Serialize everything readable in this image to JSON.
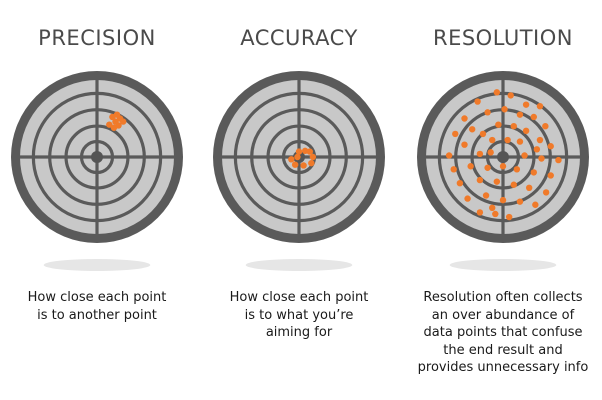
{
  "colors": {
    "ring": "#5a5a5a",
    "face": "#c8c8c8",
    "center": "#555555",
    "dot": "#f07a2a",
    "title": "#4a4a4a",
    "caption": "#1a1a1a",
    "shadow": "#e6e6e6"
  },
  "panels": [
    {
      "id": "precision",
      "title": "PRECISION",
      "caption_lines": [
        "How close each point",
        "is to another point"
      ],
      "dots": [
        [
          0.16,
          0.42
        ],
        [
          0.22,
          0.38
        ],
        [
          0.24,
          0.46
        ],
        [
          0.28,
          0.41
        ],
        [
          0.2,
          0.52
        ],
        [
          0.3,
          0.5
        ],
        [
          0.26,
          0.55
        ],
        [
          0.34,
          0.46
        ]
      ]
    },
    {
      "id": "accuracy",
      "title": "ACCURACY",
      "caption_lines": [
        "How close each point",
        "is to what you’re",
        "aiming for"
      ],
      "dots": [
        [
          0.0,
          0.07
        ],
        [
          0.08,
          0.08
        ],
        [
          0.14,
          0.07
        ],
        [
          0.18,
          0.0
        ],
        [
          -0.1,
          -0.03
        ],
        [
          -0.05,
          -0.1
        ],
        [
          0.06,
          -0.11
        ],
        [
          0.16,
          -0.08
        ],
        [
          -0.02,
          0.0
        ]
      ]
    },
    {
      "id": "resolution",
      "title": "RESOLUTION",
      "caption_lines": [
        "Resolution often collects",
        "an over abundance of",
        "data points that confuse",
        "the end result and",
        "provides unnecessary info"
      ],
      "dots": [
        [
          -0.33,
          0.72
        ],
        [
          -0.08,
          0.84
        ],
        [
          0.1,
          0.8
        ],
        [
          0.3,
          0.68
        ],
        [
          0.48,
          0.66
        ],
        [
          -0.5,
          0.5
        ],
        [
          -0.2,
          0.58
        ],
        [
          0.02,
          0.62
        ],
        [
          0.22,
          0.55
        ],
        [
          0.4,
          0.52
        ],
        [
          0.55,
          0.4
        ],
        [
          -0.62,
          0.3
        ],
        [
          -0.4,
          0.36
        ],
        [
          -0.26,
          0.3
        ],
        [
          -0.06,
          0.42
        ],
        [
          0.14,
          0.4
        ],
        [
          0.3,
          0.34
        ],
        [
          0.48,
          0.22
        ],
        [
          -0.5,
          0.16
        ],
        [
          -0.14,
          0.22
        ],
        [
          0.06,
          0.22
        ],
        [
          0.22,
          0.2
        ],
        [
          0.44,
          0.1
        ],
        [
          0.62,
          0.14
        ],
        [
          -0.7,
          0.02
        ],
        [
          -0.3,
          0.04
        ],
        [
          -0.16,
          0.06
        ],
        [
          0.28,
          0.02
        ],
        [
          0.5,
          -0.02
        ],
        [
          0.72,
          -0.04
        ],
        [
          -0.64,
          -0.16
        ],
        [
          -0.42,
          -0.12
        ],
        [
          -0.2,
          -0.14
        ],
        [
          0.0,
          -0.12
        ],
        [
          0.18,
          -0.16
        ],
        [
          0.4,
          -0.2
        ],
        [
          0.62,
          -0.24
        ],
        [
          -0.56,
          -0.34
        ],
        [
          -0.3,
          -0.3
        ],
        [
          -0.08,
          -0.32
        ],
        [
          0.14,
          -0.36
        ],
        [
          0.34,
          -0.4
        ],
        [
          0.56,
          -0.46
        ],
        [
          -0.46,
          -0.54
        ],
        [
          -0.22,
          -0.5
        ],
        [
          0.0,
          -0.56
        ],
        [
          0.22,
          -0.58
        ],
        [
          0.42,
          -0.62
        ],
        [
          -0.3,
          -0.72
        ],
        [
          -0.1,
          -0.74
        ],
        [
          0.08,
          -0.78
        ],
        [
          -0.14,
          -0.66
        ]
      ]
    }
  ]
}
